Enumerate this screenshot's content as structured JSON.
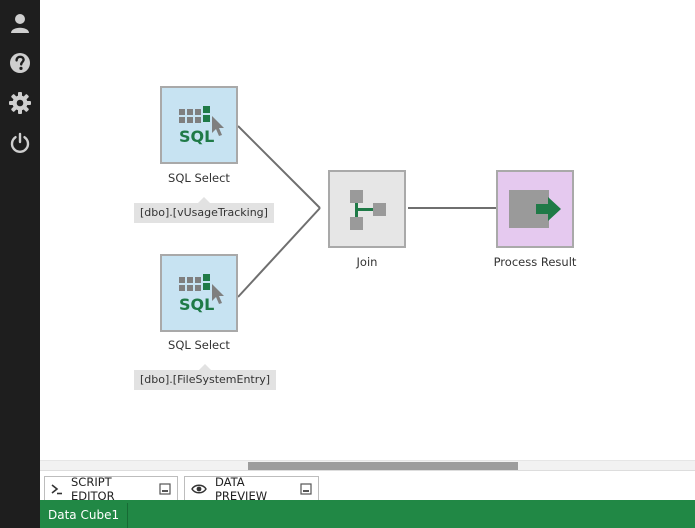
{
  "sidebar": {
    "items": [
      {
        "icon": "user-icon"
      },
      {
        "icon": "help-icon"
      },
      {
        "icon": "gear-icon"
      },
      {
        "icon": "power-icon"
      }
    ]
  },
  "nodes": {
    "sql1": {
      "icon": "sql-select-icon",
      "icon_text": "SQL",
      "label": "SQL Select",
      "sublabel": "[dbo].[vUsageTracking]"
    },
    "sql2": {
      "icon": "sql-select-icon",
      "icon_text": "SQL",
      "label": "SQL Select",
      "sublabel": "[dbo].[FileSystemEntry]"
    },
    "join": {
      "icon": "join-icon",
      "label": "Join"
    },
    "result": {
      "icon": "process-result-icon",
      "label": "Process Result"
    }
  },
  "bottom_tabs": {
    "script_editor": {
      "icon": "terminal-icon",
      "label": "SCRIPT EDITOR"
    },
    "data_preview": {
      "icon": "eye-icon",
      "label": "DATA PREVIEW"
    }
  },
  "status_bar": {
    "tab_label": "Data Cube1"
  },
  "colors": {
    "sidebar_bg": "#1e1e1e",
    "status_green": "#218845",
    "sql_node_bg": "#c7e3f2",
    "join_node_bg": "#e6e6e6",
    "result_node_bg": "#e5c9ef",
    "icon_green": "#1f7a47"
  }
}
